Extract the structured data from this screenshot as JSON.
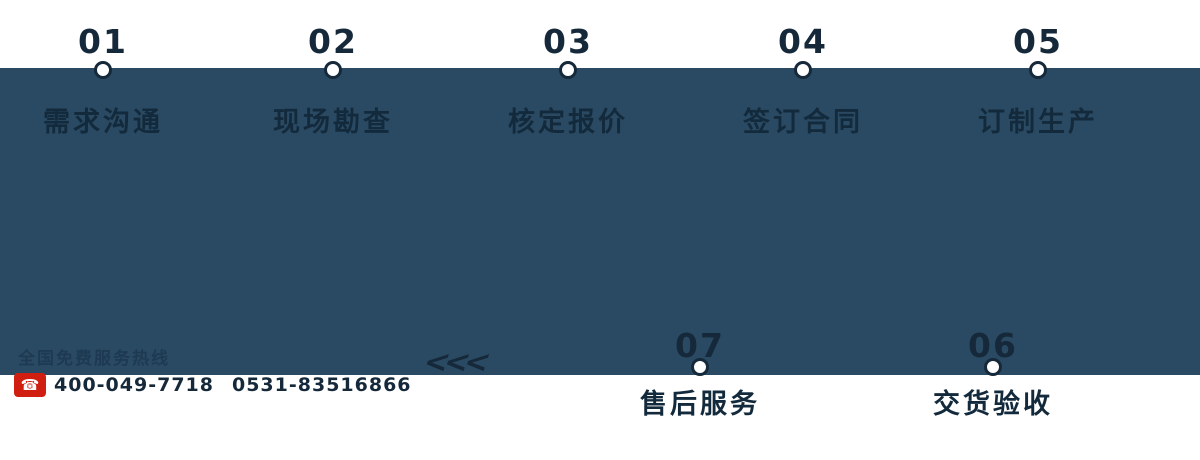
{
  "theme": {
    "background": "#ffffff",
    "band_color": "#2a4a63",
    "text_dark": "#15293a",
    "phone_icon_red": "#d01f10"
  },
  "steps_top": [
    {
      "number": "01",
      "label": "需求沟通"
    },
    {
      "number": "02",
      "label": "现场勘查"
    },
    {
      "number": "03",
      "label": "核定报价"
    },
    {
      "number": "04",
      "label": "签订合同"
    },
    {
      "number": "05",
      "label": "订制生产"
    }
  ],
  "steps_bottom": [
    {
      "number": "07",
      "label": "售后服务"
    },
    {
      "number": "06",
      "label": "交货验收"
    }
  ],
  "contact": {
    "hotline_label": "全国免费服务热线",
    "phone_icon": "phone-icon",
    "phone_primary": "400-049-7718",
    "phone_secondary": "0531-83516866"
  },
  "flow": {
    "arrows": "<<<"
  }
}
